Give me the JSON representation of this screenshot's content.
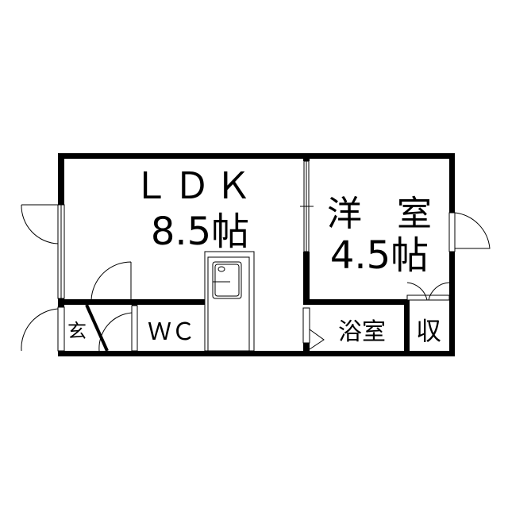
{
  "rooms": {
    "ldk_name": "ＬＤＫ",
    "ldk_size": "8.5帖",
    "western_name": "洋　室",
    "western_size": "4.5帖",
    "bath": "浴室",
    "storage": "収",
    "entrance": "玄",
    "toilet": "ＷＣ"
  }
}
